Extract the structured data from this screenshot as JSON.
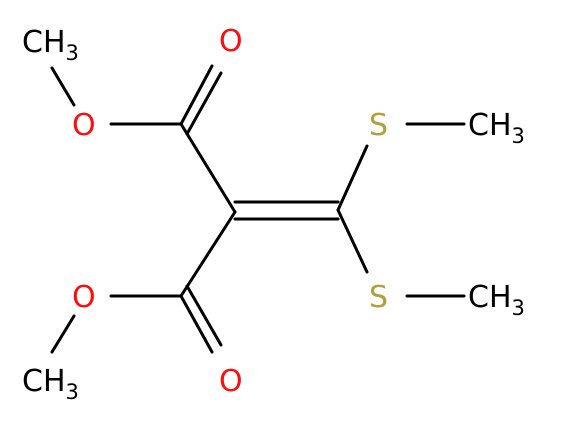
{
  "colors": {
    "background": "#ffffff",
    "bond": "#000000",
    "oxygen": "#ff0d0d",
    "sulfur": "#b2a03a",
    "carbon": "#000000"
  },
  "labels": {
    "methyl_top_left": {
      "main": "CH",
      "sub": "3"
    },
    "oxygen_carbonyl_top": "O",
    "oxygen_ether_top": "O",
    "sulfur_top": "S",
    "methyl_top_right": {
      "main": "CH",
      "sub": "3"
    },
    "oxygen_ether_bottom": "O",
    "sulfur_bottom": "S",
    "methyl_bottom_right": {
      "main": "CH",
      "sub": "3"
    },
    "methyl_bottom_left": {
      "main": "CH",
      "sub": "3"
    },
    "oxygen_carbonyl_bottom": "O"
  }
}
